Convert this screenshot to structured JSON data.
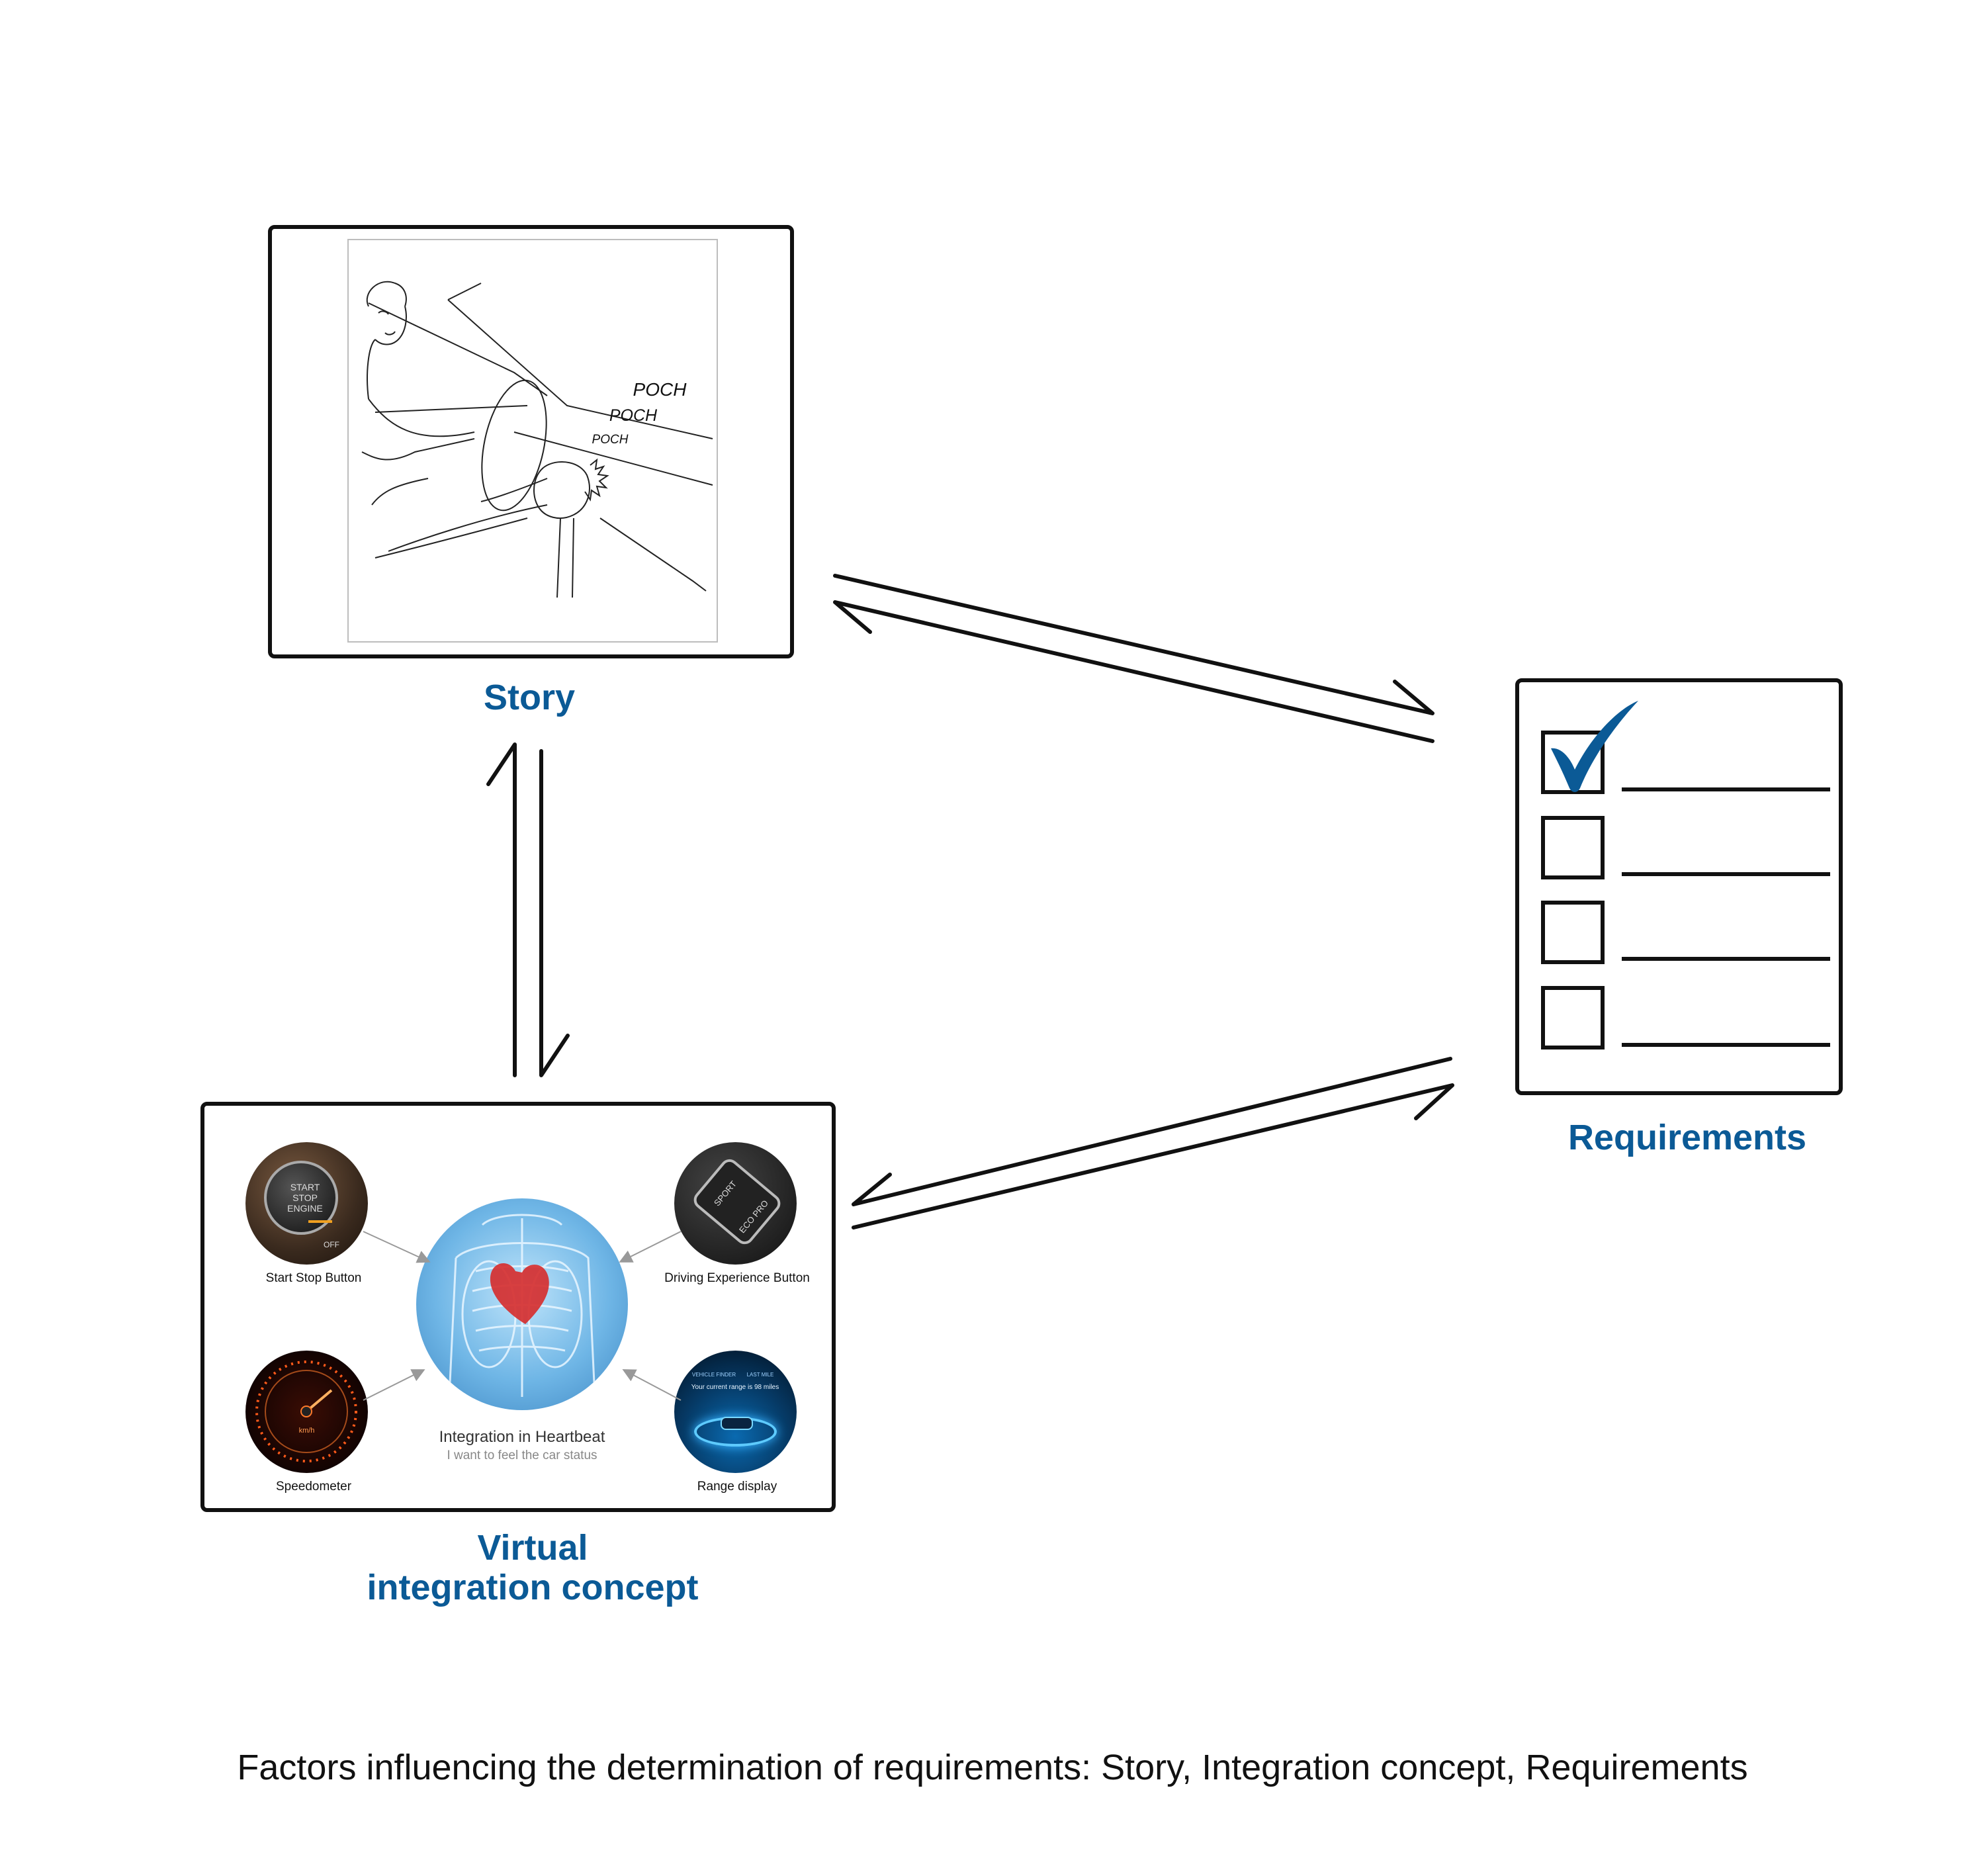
{
  "nodes": {
    "story": {
      "label": "Story"
    },
    "requirements": {
      "label": "Requirements"
    },
    "virtual": {
      "label_line1": "Virtual",
      "label_line2": "integration concept"
    }
  },
  "story_sketch": {
    "sounds": [
      "POCH",
      "POCH",
      "POCH"
    ]
  },
  "concept": {
    "center_title": "Integration in Heartbeat",
    "center_subtitle": "I want to feel the car status",
    "start_stop": {
      "label": "Start Stop Button",
      "lines": [
        "START",
        "STOP",
        "ENGINE"
      ],
      "off": "OFF"
    },
    "driving_experience": {
      "label": "Driving Experience Button",
      "sport": "SPORT",
      "eco": "ECO PRO"
    },
    "speedometer": {
      "label": "Speedometer",
      "unit": "km/h"
    },
    "range": {
      "label": "Range display",
      "text": "Your current range is 98 miles",
      "tab1": "VEHICLE FINDER",
      "tab2": "LAST MILE"
    }
  },
  "requirements_list": {
    "items": 4,
    "checked": [
      true,
      false,
      false,
      false
    ]
  },
  "caption": "Factors influencing the determination of requirements: Story, Integration concept, Requirements",
  "colors": {
    "label_blue": "#0b5a96",
    "heart_red": "#d62b2b",
    "body_blue": "#6fb6e6"
  }
}
